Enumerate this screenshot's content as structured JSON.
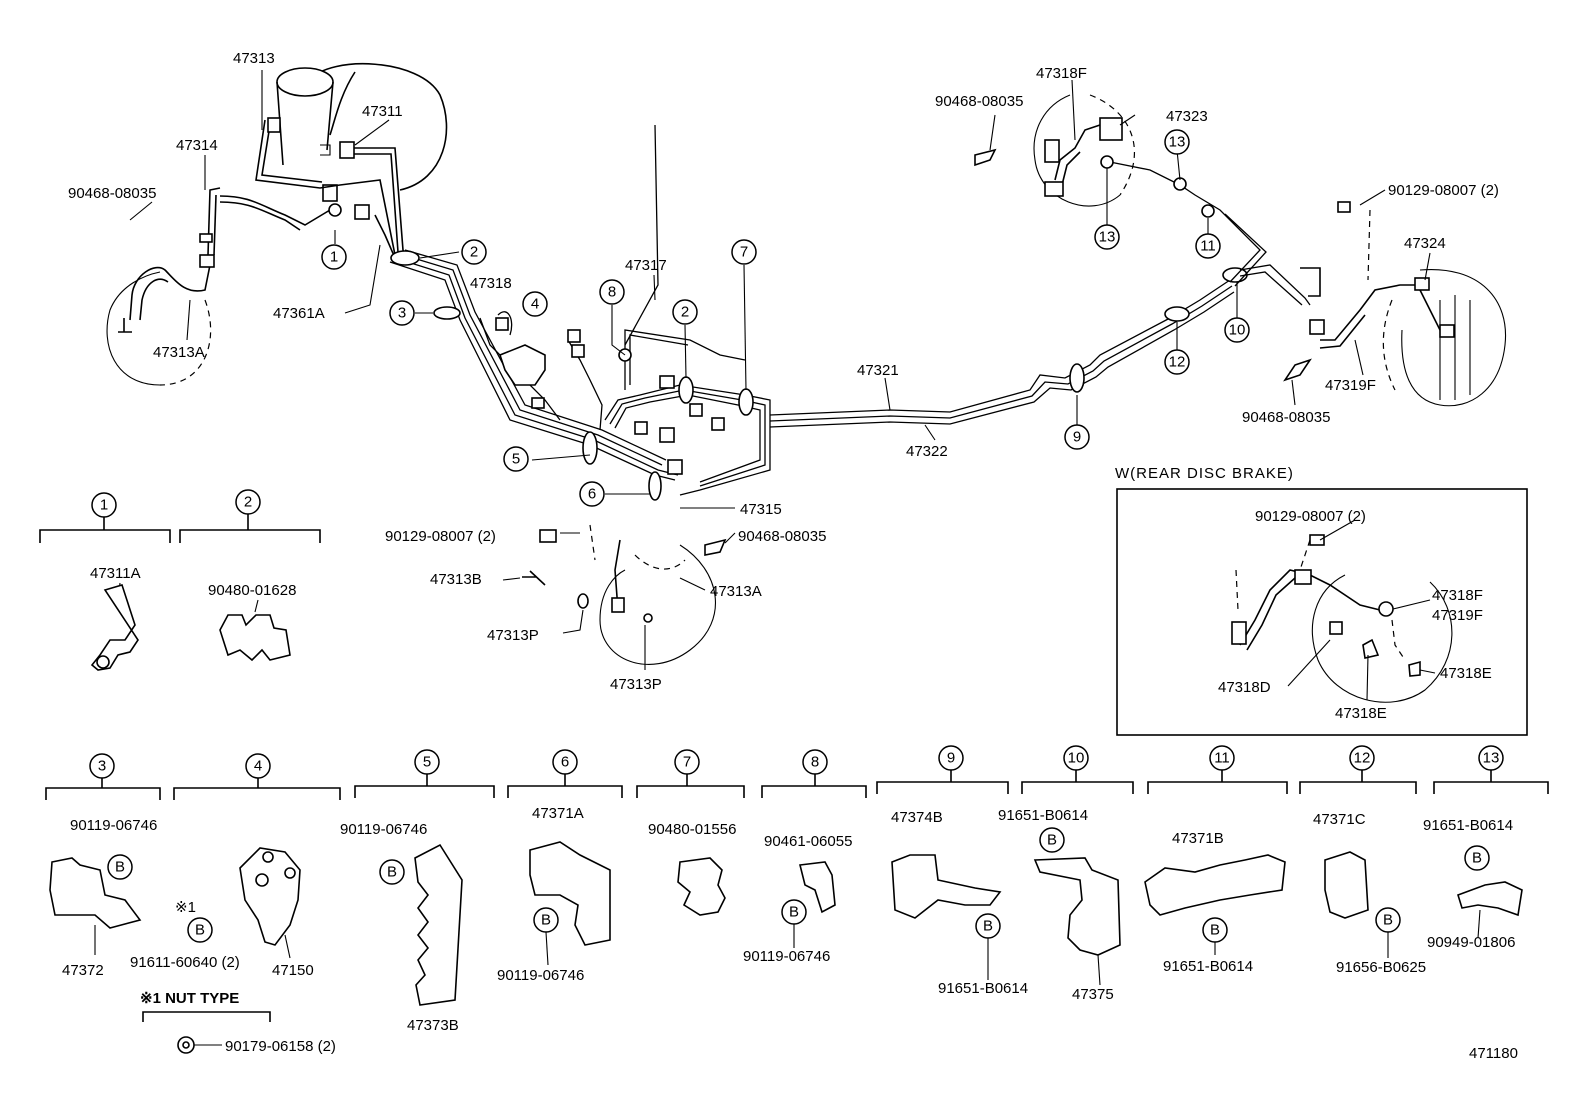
{
  "main_labels": {
    "l47313": "47313",
    "l47311": "47311",
    "l47314": "47314",
    "l90468_a": "90468-08035",
    "l47361A": "47361A",
    "l47313A_a": "47313A",
    "l47318": "47318",
    "l47317": "47317",
    "l47321": "47321",
    "l47322": "47322",
    "l47315": "47315",
    "l90129_a": "90129-08007 (2)",
    "l90468_b": "90468-08035",
    "l47313B": "47313B",
    "l47313A_b": "47313A",
    "l47313P_a": "47313P",
    "l47313P_b": "47313P",
    "l90468_c": "90468-08035",
    "l47318F": "47318F",
    "l47323": "47323",
    "l90129_b": "90129-08007 (2)",
    "l47324": "47324",
    "l47319F": "47319F",
    "l90468_d": "90468-08035"
  },
  "callouts": {
    "c1": "1",
    "c2a": "2",
    "c3": "3",
    "c4": "4",
    "c5": "5",
    "c6": "6",
    "c7": "7",
    "c8": "8",
    "c2b": "2",
    "c9": "9",
    "c10": "10",
    "c11": "11",
    "c12": "12",
    "c13a": "13",
    "c13b": "13"
  },
  "inset": {
    "title": "W(REAR DISC BRAKE)",
    "l90129": "90129-08007 (2)",
    "l47318F": "47318F",
    "l47319F": "47319F",
    "l47318D": "47318D",
    "l47318E_a": "47318E",
    "l47318E_b": "47318E"
  },
  "groups": [
    {
      "num": "1",
      "labels": [
        "47311A"
      ]
    },
    {
      "num": "2",
      "labels": [
        "90480-01628"
      ]
    },
    {
      "num": "3",
      "labels": [
        "90119-06746",
        "47372"
      ]
    },
    {
      "num": "4",
      "labels": [
        "※1",
        "91611-60640 (2)",
        "47150"
      ]
    },
    {
      "num": "5",
      "labels": [
        "90119-06746",
        "47373B"
      ]
    },
    {
      "num": "6",
      "labels": [
        "47371A",
        "90119-06746"
      ]
    },
    {
      "num": "7",
      "labels": [
        "90480-01556"
      ]
    },
    {
      "num": "8",
      "labels": [
        "90461-06055",
        "90119-06746"
      ]
    },
    {
      "num": "9",
      "labels": [
        "47374B",
        "91651-B0614"
      ]
    },
    {
      "num": "10",
      "labels": [
        "91651-B0614",
        "47375"
      ]
    },
    {
      "num": "11",
      "labels": [
        "47371B",
        "91651-B0614"
      ]
    },
    {
      "num": "12",
      "labels": [
        "47371C",
        "91656-B0625"
      ]
    },
    {
      "num": "13",
      "labels": [
        "91651-B0614",
        "90949-01806"
      ]
    }
  ],
  "bolt_marker": "B",
  "nut_type": {
    "title": "※1 NUT TYPE",
    "part": "90179-06158 (2)"
  },
  "diagram_id": "471180"
}
